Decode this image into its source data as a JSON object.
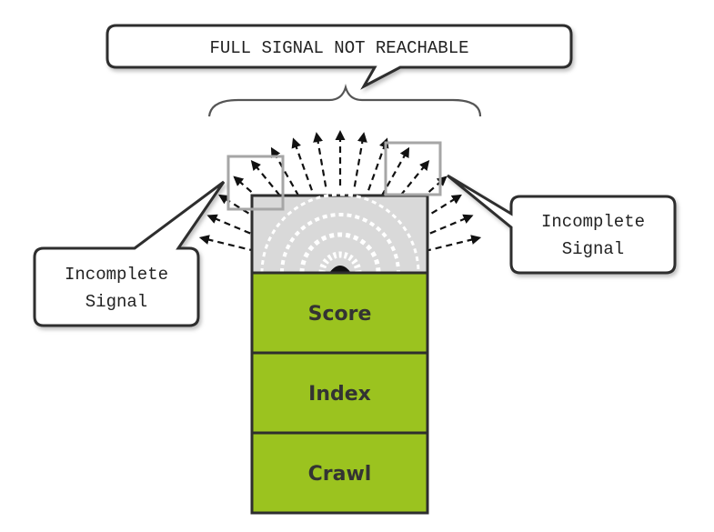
{
  "callouts": {
    "top": "FULL SIGNAL NOT REACHABLE",
    "left": {
      "line1": "Incomplete",
      "line2": "Signal"
    },
    "right": {
      "line1": "Incomplete",
      "line2": "Signal"
    }
  },
  "stack": {
    "layers": [
      "Score",
      "Index",
      "Crawl"
    ]
  },
  "colors": {
    "layer_fill": "#9bc31f",
    "signal_area_fill": "#d9d9d9",
    "outline": "#2e2e2e",
    "highlight_box": "#a6a6a6",
    "layer_text": "#333333"
  }
}
